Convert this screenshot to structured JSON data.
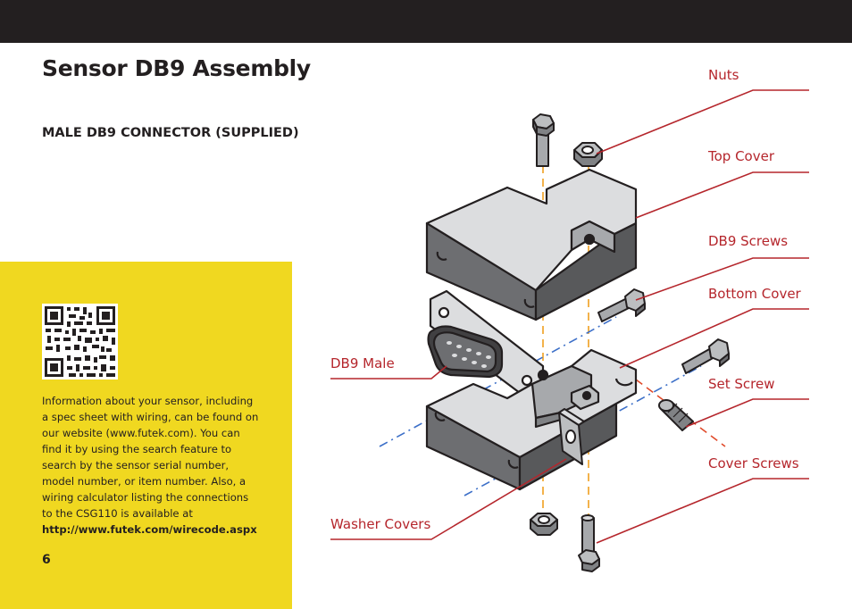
{
  "title": "Sensor DB9 Assembly",
  "subtitle": "MALE DB9 CONNECTOR (SUPPLIED)",
  "info": {
    "text": "Information about your sensor, including a spec sheet with wiring, can be found on our website (www.futek.com). You can find it by using the search feature to search by the sensor serial number, model number, or item number.  Also, a wiring calculator listing the connections to the CSG110 is available at",
    "url": "http://www.futek.com/wirecode.aspx"
  },
  "page_number": "6",
  "labels": {
    "nuts": "Nuts",
    "top_cover": "Top Cover",
    "db9_screws": "DB9 Screws",
    "bottom_cover": "Bottom Cover",
    "set_screw": "Set Screw",
    "cover_screws": "Cover Screws",
    "db9_male": "DB9 Male",
    "washer_covers": "Washer Covers"
  },
  "colors": {
    "accent_red": "#b5262c",
    "yellow_panel": "#f0d820",
    "top_bar": "#231f20",
    "guide_orange": "#f0a020",
    "guide_blue": "#3c6fc8"
  }
}
